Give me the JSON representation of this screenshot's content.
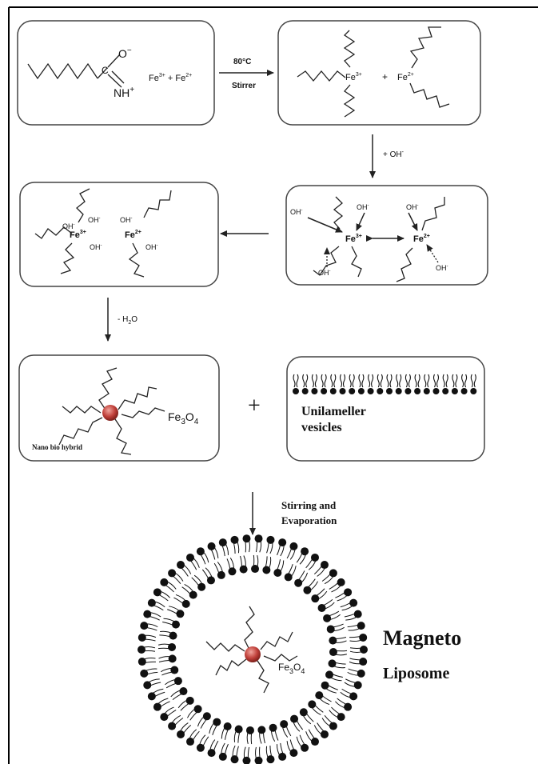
{
  "step1": {
    "o_minus": "O",
    "o_sup": "−",
    "c_atom": "C",
    "nh": "NH",
    "nh_sup": "+",
    "fe3": "Fe",
    "fe3_sup": "3+",
    "plus": "+",
    "fe2": "Fe",
    "fe2_sup": "2+"
  },
  "arrow1": {
    "top": "80°C",
    "bottom": "Stirrer"
  },
  "step2": {
    "fe3": "Fe",
    "fe3_sup": "3+",
    "plus": "+",
    "fe2": "Fe",
    "fe2_sup": "2+"
  },
  "arrow2": {
    "label": "+ OH",
    "label_sup": "-"
  },
  "step3": {
    "oh": "OH",
    "oh_sup": "-",
    "fe3": "Fe",
    "fe3_sup": "3+",
    "fe2": "Fe",
    "fe2_sup": "2+"
  },
  "step4": {
    "oh": "OH",
    "oh_sup": "-",
    "fe3": "Fe",
    "fe3_sup": "3+",
    "fe2": "Fe",
    "fe2_sup": "2+"
  },
  "arrow4": {
    "label": "- H",
    "label_sub": "2",
    "label_end": "O"
  },
  "step5": {
    "formula": "Fe",
    "formula_sub1": "3",
    "formula_mid": "O",
    "formula_sub2": "4",
    "caption": "Nano bio hybrid"
  },
  "plus_sign": "+",
  "vesicles": {
    "line1": "Unilameller",
    "line2": "vesicles"
  },
  "arrow5": {
    "line1": "Stirring and",
    "line2": "Evaporation"
  },
  "liposome": {
    "formula": "Fe",
    "formula_sub1": "3",
    "formula_mid": "O",
    "formula_sub2": "4",
    "title1": "Magneto",
    "title2": "Liposome"
  },
  "colors": {
    "nanoparticle": "#c0403a",
    "line": "#222222",
    "box_border": "#444444"
  }
}
